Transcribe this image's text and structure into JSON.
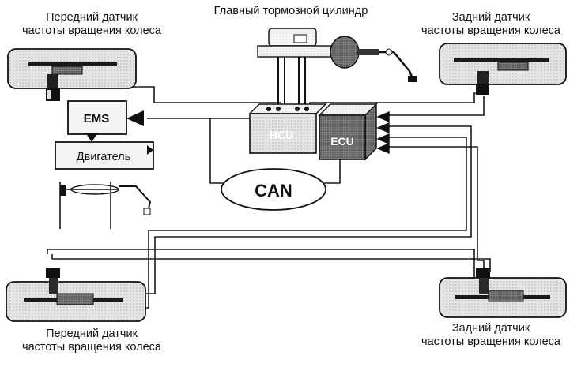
{
  "labels": {
    "front_left_sensor": [
      "Передний датчик",
      "частоты вращения колеса"
    ],
    "front_right_sensor": [
      "Задний датчик",
      "частоты вращения колеса"
    ],
    "rear_left_sensor": [
      "Передний датчик",
      "частоты вращения колеса"
    ],
    "rear_right_sensor": [
      "Задний датчик",
      "частоты вращения колеса"
    ],
    "master_cylinder": "Главный тормозной цилиндр"
  },
  "blocks": {
    "ems": "EMS",
    "engine": "Двигатель",
    "hcu": "HCU",
    "ecu": "ECU",
    "can": "CAN"
  }
}
